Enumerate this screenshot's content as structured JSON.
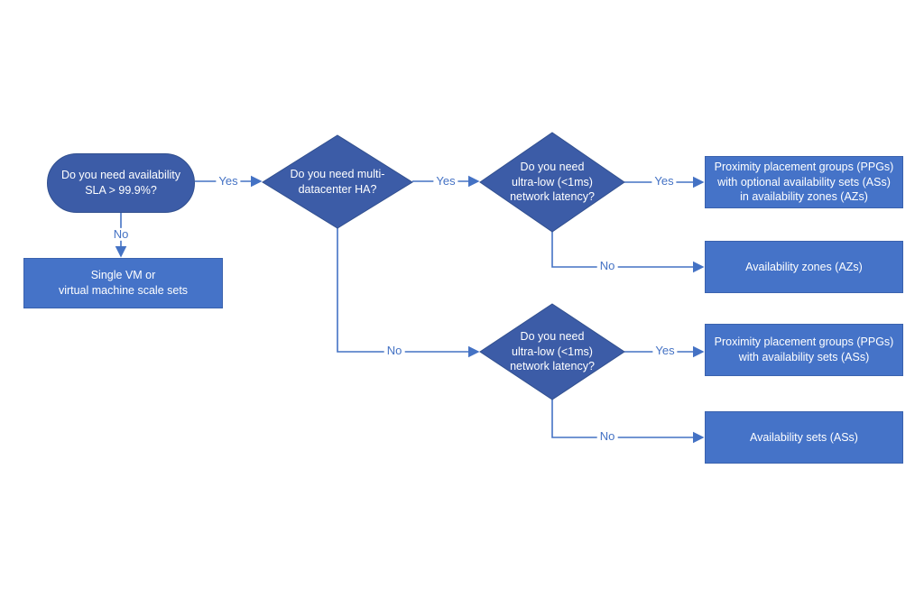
{
  "diagram": {
    "kind": "flowchart",
    "topic": "Azure virtual machine availability decision tree"
  },
  "colors": {
    "decision_fill": "#3C5CA7",
    "result_fill": "#4573C8",
    "edge_line": "#4472C4",
    "edge_label_text": "#4472C4",
    "node_text": "#FFFFFF",
    "background": "#FFFFFF"
  },
  "nodes": {
    "start": {
      "type": "terminator",
      "label": "Do you need availability\nSLA > 99.9%?"
    },
    "single_vm": {
      "type": "result",
      "label": "Single VM or\nvirtual machine scale sets"
    },
    "multi_dc": {
      "type": "decision",
      "label": "Do you need multi-\ndatacenter HA?"
    },
    "latency_top": {
      "type": "decision",
      "label": "Do you need\nultra-low (<1ms)\nnetwork latency?"
    },
    "latency_bottom": {
      "type": "decision",
      "label": "Do you need\nultra-low (<1ms)\nnetwork latency?"
    },
    "ppg_optional_as_az": {
      "type": "result",
      "label": "Proximity placement groups (PPGs)\nwith optional availability sets (ASs)\nin availability zones (AZs)"
    },
    "az": {
      "type": "result",
      "label": "Availability zones (AZs)"
    },
    "ppg_as": {
      "type": "result",
      "label": "Proximity placement groups (PPGs)\nwith availability sets (ASs)"
    },
    "as_sets": {
      "type": "result",
      "label": "Availability sets (ASs)"
    }
  },
  "edge_labels": {
    "start_yes": "Yes",
    "start_no": "No",
    "multi_dc_yes": "Yes",
    "multi_dc_no": "No",
    "latency_top_yes": "Yes",
    "latency_top_no": "No",
    "latency_bottom_yes": "Yes",
    "latency_bottom_no": "No"
  }
}
